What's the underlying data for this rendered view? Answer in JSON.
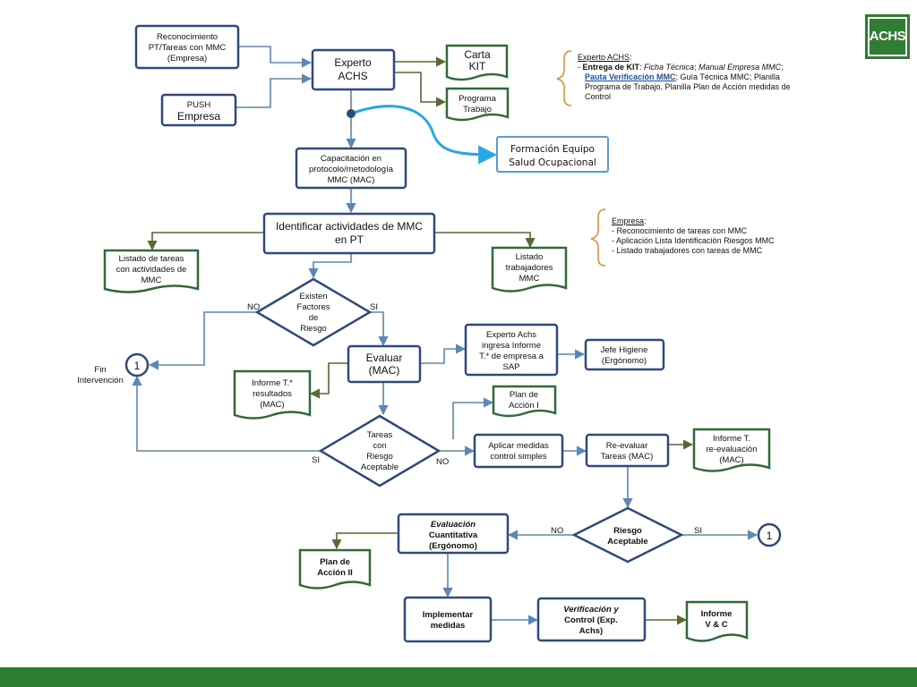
{
  "logo": {
    "text": "ACHS",
    "color": "#2e7d32"
  },
  "colors": {
    "box_border": "#2f4a7a",
    "doc_border": "#2e6b38",
    "arrow_blue": "#5b86b8",
    "arrow_green": "#556b2f",
    "bar": "#2e7d32",
    "connector": "#2aa7e0",
    "bracket": "#e08a2a"
  },
  "nodes": {
    "reconocimiento": [
      "Reconocimiento",
      "PT/Tareas con MMC",
      "(Empresa)"
    ],
    "push": [
      "PUSH",
      "Empresa"
    ],
    "experto": [
      "Experto",
      "ACHS"
    ],
    "carta_kit": [
      "Carta",
      "KIT"
    ],
    "programa_trabajo": [
      "Programa",
      "Trabajo"
    ],
    "formacion": [
      "Formación Equipo",
      "Salud Ocupacional"
    ],
    "capacitacion": [
      "Capacitación en",
      "protocolo/metodología",
      "MMC (MAC)"
    ],
    "identificar": [
      "Identificar actividades de MMC",
      "en PT"
    ],
    "listado_tareas": [
      "Listado  de tareas",
      "con actividades de",
      "MMC"
    ],
    "listado_trabajadores": [
      "Listado",
      "trabajadores",
      "MMC"
    ],
    "existen_factores": [
      "Existen",
      "Factores",
      "de",
      "Riesgo"
    ],
    "evaluar": [
      "Evaluar",
      "(MAC)"
    ],
    "experto_informe": [
      "Experto Achs",
      "ingresa Informe",
      "T.* de empresa a",
      "SAP"
    ],
    "jefe_higiene": [
      "Jefe Higiene",
      "(Ergónomo)"
    ],
    "informe_resultados": [
      "Informe T.*",
      "resultados",
      "(MAC)"
    ],
    "plan_accion_1": [
      "Plan de",
      "Acción I"
    ],
    "tareas_riesgo": [
      "Tareas",
      "con",
      "Riesgo",
      "Aceptable"
    ],
    "aplicar_medidas": [
      "Aplicar medidas",
      "control simples"
    ],
    "reevaluar": [
      "Re-evaluar",
      "Tareas (MAC)"
    ],
    "informe_reevaluacion": [
      "Informe T.",
      "re-evaluación",
      "(MAC)"
    ],
    "riesgo_aceptable": [
      "Riesgo",
      "Aceptable"
    ],
    "evaluacion_cuantitativa": [
      "Evaluación",
      "Cuantitativa",
      "(Ergónomo)"
    ],
    "plan_accion_2": [
      "Plan de",
      "Acción II"
    ],
    "implementar": [
      "Implementar",
      "medidas"
    ],
    "verificacion": [
      "Verificación y",
      "Control (Exp.",
      "Achs)"
    ],
    "informe_vc": [
      "Informe",
      "V & C"
    ]
  },
  "connectors": {
    "fin": "1",
    "end": "1"
  },
  "labels": {
    "fin": [
      "Fin",
      "Intervención"
    ],
    "no_1": "NO",
    "si_1": "SI",
    "si_2": "SI",
    "no_2": "NO",
    "no_3": "NO",
    "si_3": "SI"
  },
  "note_achs": {
    "title": "Experto ACHS",
    "title_suffix": ":",
    "dash": "- ",
    "kit_label": "Entrega de KIT",
    "sep1": ": ",
    "ficha": "Ficha Técnica",
    "sep2": "; ",
    "manual": "Manual Empresa MMC",
    "sep3": ";",
    "pauta": "Pauta Verificación MMC",
    "sep4": ";",
    "rest": " Guía Técnica MMC; Planilla Programa de Trabajo, Planilla Plan de Acción medidas de Control"
  },
  "note_empresa": {
    "title": "Empresa",
    "title_suffix": ":",
    "items": [
      "-  Reconocimiento de tareas con MMC",
      "-  Aplicación Lista Identificación Riesgos MMC",
      "-  Listado trabajadores con tareas de MMC"
    ]
  }
}
